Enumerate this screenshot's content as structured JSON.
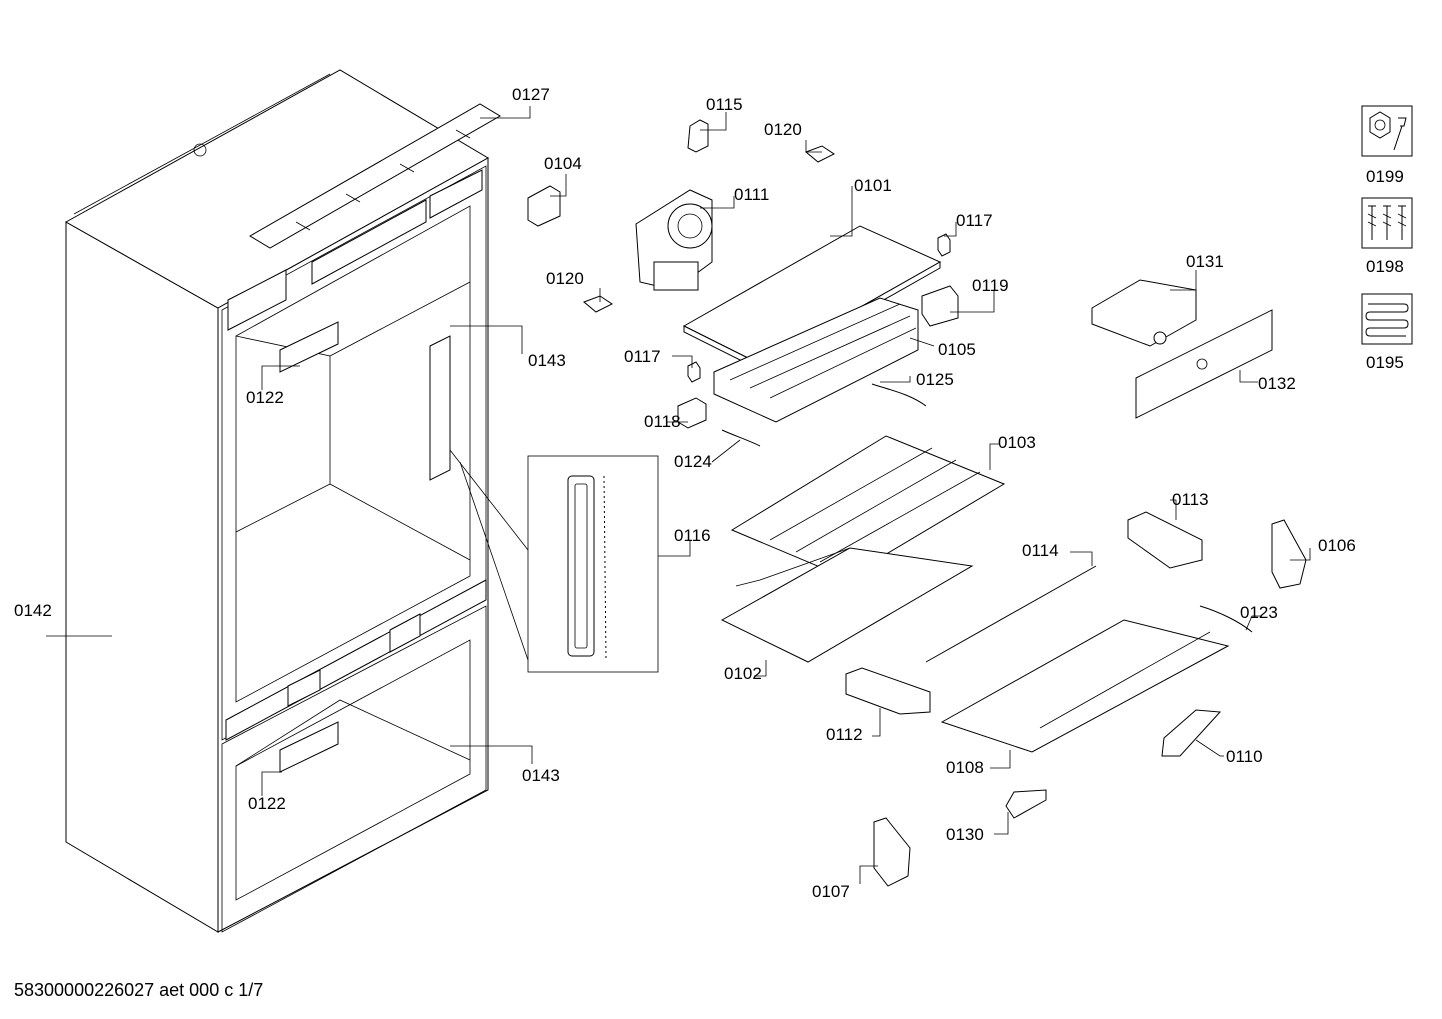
{
  "callouts": [
    {
      "id": "0127",
      "text": "0127"
    },
    {
      "id": "0115",
      "text": "0115"
    },
    {
      "id": "0120a",
      "text": "0120"
    },
    {
      "id": "0104",
      "text": "0104"
    },
    {
      "id": "0111",
      "text": "0111"
    },
    {
      "id": "0101",
      "text": "0101"
    },
    {
      "id": "0117a",
      "text": "0117"
    },
    {
      "id": "0120b",
      "text": "0120"
    },
    {
      "id": "0119",
      "text": "0119"
    },
    {
      "id": "0131",
      "text": "0131"
    },
    {
      "id": "0143a",
      "text": "0143"
    },
    {
      "id": "0117b",
      "text": "0117"
    },
    {
      "id": "0105",
      "text": "0105"
    },
    {
      "id": "0122a",
      "text": "0122"
    },
    {
      "id": "0125",
      "text": "0125"
    },
    {
      "id": "0132",
      "text": "0132"
    },
    {
      "id": "0118",
      "text": "0118"
    },
    {
      "id": "0103",
      "text": "0103"
    },
    {
      "id": "0124",
      "text": "0124"
    },
    {
      "id": "0113",
      "text": "0113"
    },
    {
      "id": "0116",
      "text": "0116"
    },
    {
      "id": "0106",
      "text": "0106"
    },
    {
      "id": "0114",
      "text": "0114"
    },
    {
      "id": "0142",
      "text": "0142"
    },
    {
      "id": "0123",
      "text": "0123"
    },
    {
      "id": "0102",
      "text": "0102"
    },
    {
      "id": "0112",
      "text": "0112"
    },
    {
      "id": "0110",
      "text": "0110"
    },
    {
      "id": "0108",
      "text": "0108"
    },
    {
      "id": "0143b",
      "text": "0143"
    },
    {
      "id": "0122b",
      "text": "0122"
    },
    {
      "id": "0130",
      "text": "0130"
    },
    {
      "id": "0107",
      "text": "0107"
    }
  ],
  "kits": [
    {
      "id": "0199",
      "text": "0199",
      "icon": "wrench-nut-icon"
    },
    {
      "id": "0198",
      "text": "0198",
      "icon": "screws-icon"
    },
    {
      "id": "0195",
      "text": "0195",
      "icon": "heating-coil-icon"
    }
  ],
  "footer": "58300000226027 aet 000 c 1/7"
}
